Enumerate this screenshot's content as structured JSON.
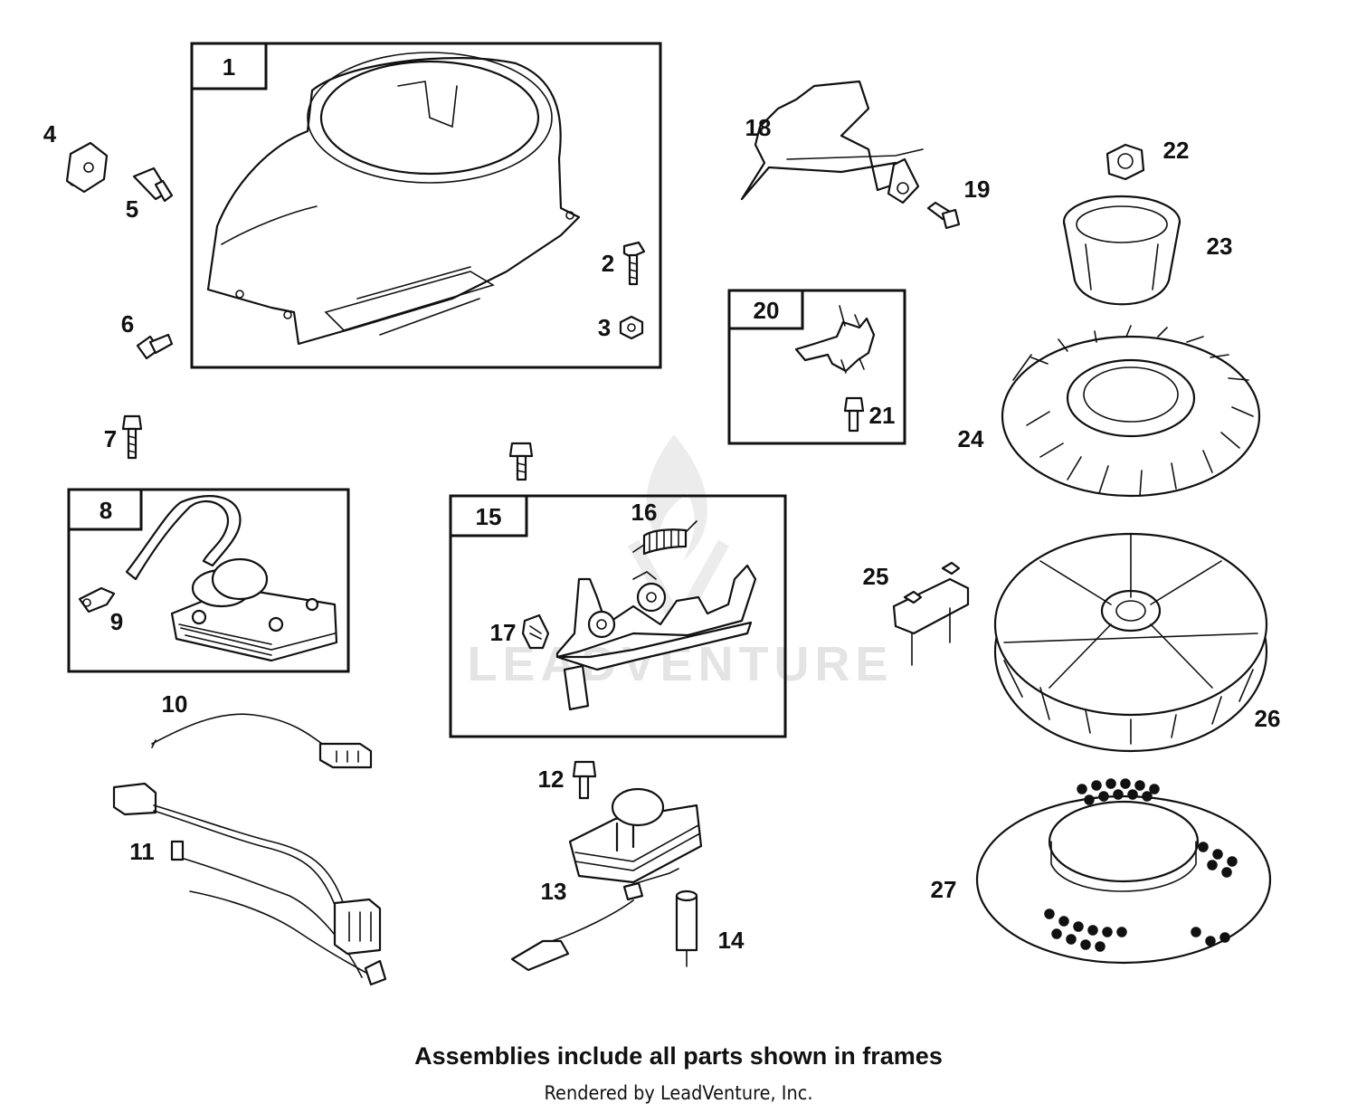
{
  "callouts": [
    {
      "id": "c1",
      "text": "1"
    },
    {
      "id": "c2",
      "text": "2"
    },
    {
      "id": "c3",
      "text": "3"
    },
    {
      "id": "c4",
      "text": "4"
    },
    {
      "id": "c5",
      "text": "5"
    },
    {
      "id": "c6",
      "text": "6"
    },
    {
      "id": "c7",
      "text": "7"
    },
    {
      "id": "c8",
      "text": "8"
    },
    {
      "id": "c9",
      "text": "9"
    },
    {
      "id": "c10",
      "text": "10"
    },
    {
      "id": "c11",
      "text": "11"
    },
    {
      "id": "c12",
      "text": "12"
    },
    {
      "id": "c13",
      "text": "13"
    },
    {
      "id": "c14",
      "text": "14"
    },
    {
      "id": "c15",
      "text": "15"
    },
    {
      "id": "c16",
      "text": "16"
    },
    {
      "id": "c17",
      "text": "17"
    },
    {
      "id": "c18",
      "text": "18"
    },
    {
      "id": "c19",
      "text": "19"
    },
    {
      "id": "c20",
      "text": "20"
    },
    {
      "id": "c21",
      "text": "21"
    },
    {
      "id": "c22",
      "text": "22"
    },
    {
      "id": "c23",
      "text": "23"
    },
    {
      "id": "c24",
      "text": "24"
    },
    {
      "id": "c25",
      "text": "25"
    },
    {
      "id": "c26",
      "text": "26"
    },
    {
      "id": "c27",
      "text": "27"
    }
  ],
  "watermark": "LEADVENTURE",
  "caption": {
    "main": "Assemblies include all parts shown in frames",
    "sub": "Rendered by LeadVenture, Inc."
  },
  "colors": {
    "ink": "#111111",
    "paper": "#ffffff",
    "watermark": "#e4e4e4"
  }
}
